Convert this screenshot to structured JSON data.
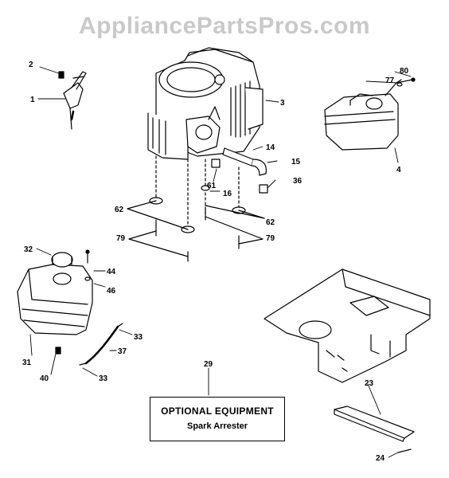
{
  "watermark": "AppliancePartsPros.com",
  "optional_box": {
    "title": "OPTIONAL EQUIPMENT",
    "subtitle": "Spark Arrester"
  },
  "part_labels": {
    "p1": "1",
    "p2": "2",
    "p3": "3",
    "p4": "4",
    "p14": "14",
    "p15": "15",
    "p16": "16",
    "p23": "23",
    "p24": "24",
    "p29": "29",
    "p31": "31",
    "p32": "32",
    "p33a": "33",
    "p33b": "33",
    "p36": "36",
    "p37": "37",
    "p40": "40",
    "p44": "44",
    "p46": "46",
    "p61": "61",
    "p62a": "62",
    "p62b": "62",
    "p77": "77",
    "p79a": "79",
    "p79b": "79",
    "p80": "80"
  }
}
